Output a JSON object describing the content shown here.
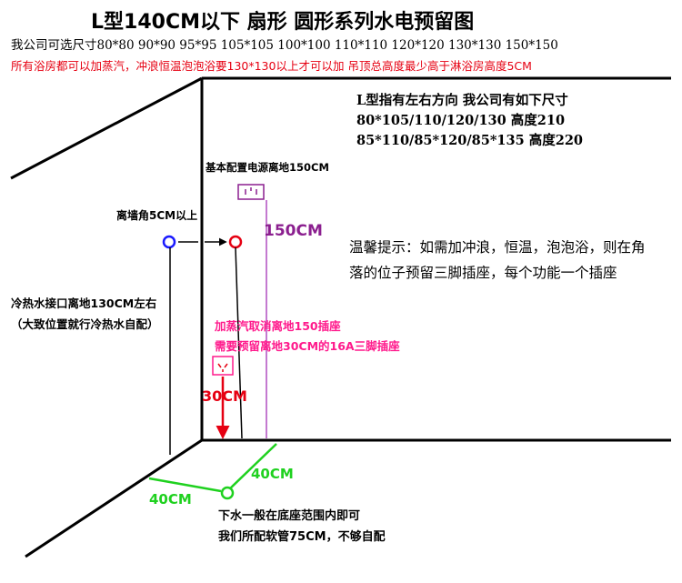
{
  "title": "L型140CM以下  扇形  圆形系列水电预留图",
  "available_sizes": "我公司可选尺寸80*80  90*90  95*95  105*105  100*100  110*110  120*120  130*130  150*150",
  "note_red": "所有浴房都可以加蒸汽，冲浪恒温泡泡浴要130*130以上才可以加  吊顶总高度最少高于淋浴房高度5CM",
  "l_shape_info": {
    "line1": "L型指有左右方向  我公司有如下尺寸",
    "line2": "80*105/110/120/130     高度210",
    "line3": "85*110/85*120/85*135  高度220"
  },
  "power_label": "基本配置电源离地150CM",
  "height_150_label": "150CM",
  "wall_corner_label": "离墙角5CM以上",
  "tip": {
    "line1": "温馨提示：如需加冲浪，恒温，泡泡浴，则在角",
    "line2": "落的位子预留三脚插座，每个功能一个插座"
  },
  "water_inlet": {
    "line1": "冷热水接口离地130CM左右",
    "line2": "（大致位置就行冷热水自配）"
  },
  "steam_note": {
    "line1": "加蒸汽取消离地150插座",
    "line2": "需要预留离地30CM的16A三脚插座"
  },
  "height_30_label": "30CM",
  "dim_40_right": "40CM",
  "dim_40_left": "40CM",
  "drain_note": {
    "line1": "下水一般在底座范围内即可",
    "line2": "我们所配软管75CM，不够自配"
  },
  "colors": {
    "red": "#e60012",
    "purple": "#8b1f8f",
    "magenta": "#ff1a8c",
    "green": "#1fd11f",
    "blue": "#1a1aff"
  }
}
